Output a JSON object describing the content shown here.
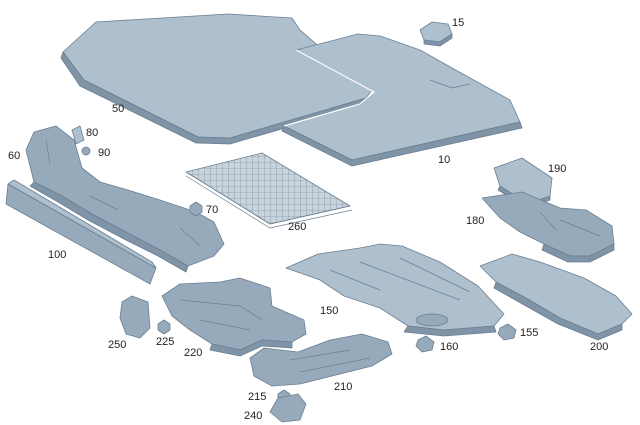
{
  "labels": {
    "p15": "15",
    "p50": "50",
    "p10": "10",
    "p60": "60",
    "p80": "80",
    "p90": "90",
    "p70": "70",
    "p260": "260",
    "p190": "190",
    "p180": "180",
    "p100": "100",
    "p150": "150",
    "p155": "155",
    "p160": "160",
    "p200": "200",
    "p250": "250",
    "p225": "225",
    "p220": "220",
    "p210": "210",
    "p215": "215",
    "p240": "240"
  },
  "colors": {
    "part_light": "#aebfcd",
    "part_mid": "#97aabb",
    "part_dark": "#7f94a7",
    "outline": "#6b7f92",
    "background": "#ffffff"
  }
}
